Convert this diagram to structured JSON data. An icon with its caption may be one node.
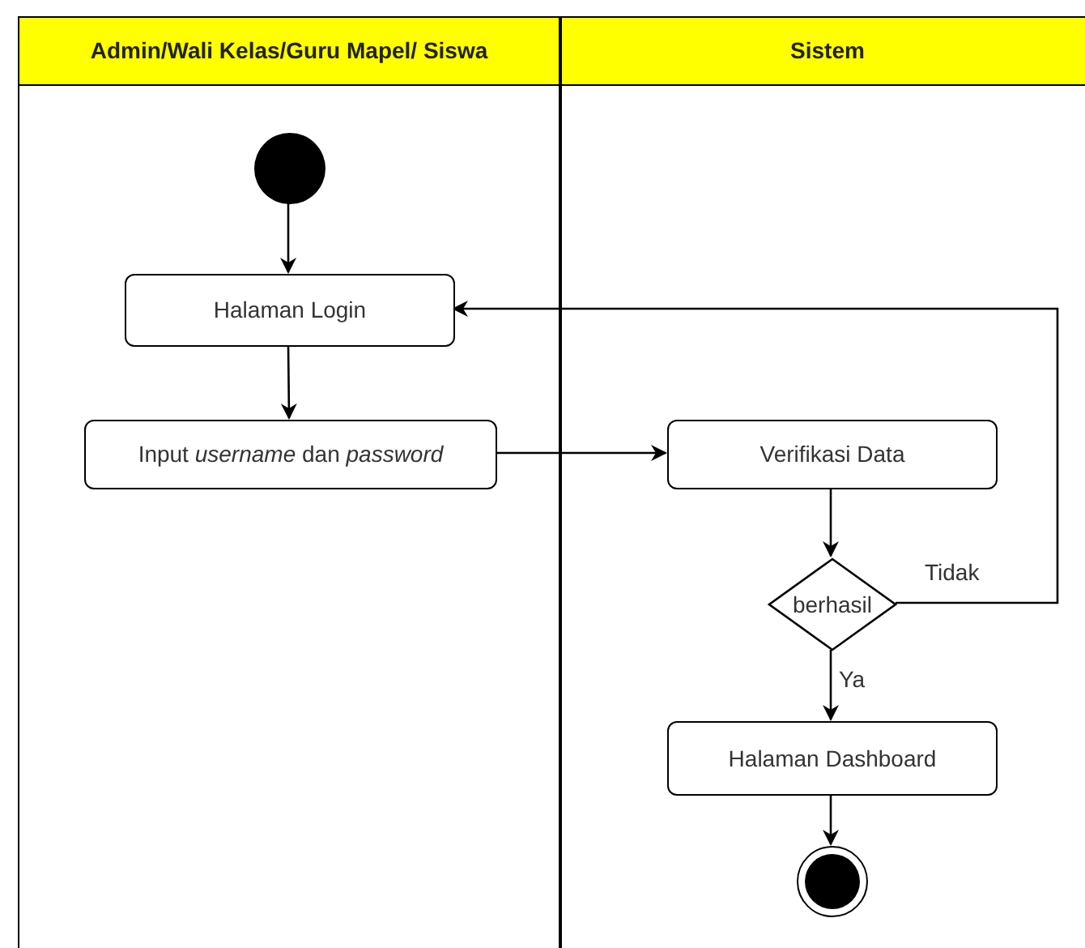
{
  "diagram": {
    "nodes": [
      {
        "text": [
          "Admin/Wali Kelas/Guru Mapel/ Siswa"
        ]
      },
      {
        "text": [
          "Sistem"
        ]
      },
      {
        "text": [],
        "shape": "circle",
        "in": 0
      },
      {
        "text": [
          "Halaman Login"
        ],
        "in": 0
      },
      {
        "text": [
          "Input *username* dan *password*"
        ],
        "in": 0
      },
      {
        "text": [
          "Verifikasi Data"
        ],
        "in": 1
      },
      {
        "text": [
          "berhasil"
        ],
        "in": 1
      },
      {
        "text": [
          "Halaman Dashboard"
        ],
        "in": 1
      },
      {
        "text": [],
        "shape": "circle",
        "in": 1
      }
    ],
    "edges": [
      {
        "from": 2,
        "to": 3,
        "arrow": "to"
      },
      {
        "from": 3,
        "to": 4,
        "arrow": "to"
      },
      {
        "from": 4,
        "to": 5,
        "arrow": "to"
      },
      {
        "from": 5,
        "to": 6,
        "arrow": "to"
      },
      {
        "from": 6,
        "to": 3,
        "arrow": "to",
        "label": "Tidak"
      },
      {
        "from": 6,
        "to": 7,
        "arrow": "to",
        "label": "Ya"
      },
      {
        "from": 7,
        "to": 8,
        "arrow": "to"
      }
    ]
  }
}
